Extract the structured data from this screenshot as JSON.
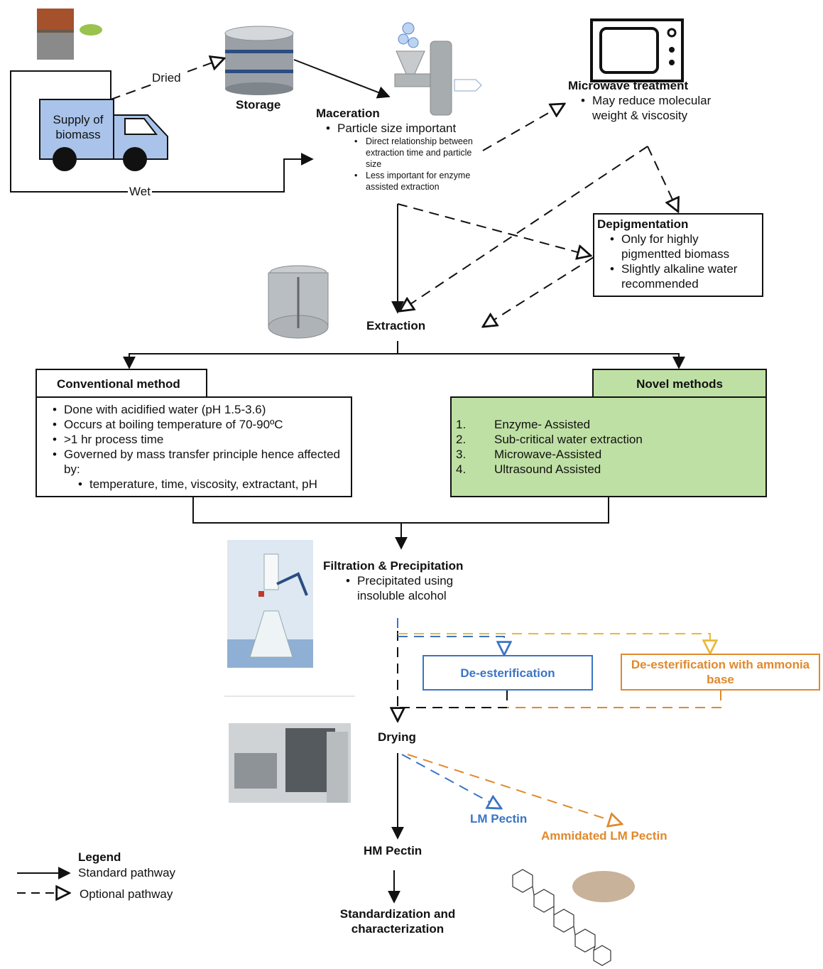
{
  "supply": {
    "label": "Supply of biomass"
  },
  "dried": "Dried",
  "wet": "Wet",
  "storage": "Storage",
  "maceration": {
    "title": "Maceration",
    "main": "Particle size important",
    "sub": [
      "Direct relationship between extraction time and particle size",
      "Less important for enzyme assisted extraction"
    ]
  },
  "microwave": {
    "title": "Microwave treatment",
    "points": [
      "May reduce molecular weight & viscosity"
    ]
  },
  "depigmentation": {
    "title": "Depigmentation",
    "points": [
      "Only for highly pigmentted biomass",
      "Slightly alkaline water recommended"
    ]
  },
  "extraction": "Extraction",
  "conventional": {
    "title": "Conventional method",
    "points": [
      "Done with acidified water (pH 1.5-3.6)",
      "Occurs at boiling temperature of 70-90ºC",
      ">1 hr process time",
      "Governed by mass transfer principle hence affected by:"
    ],
    "sub": "temperature, time, viscosity, extractant, pH"
  },
  "novel": {
    "title": "Novel methods",
    "items": [
      {
        "num": "1.",
        "text": "Enzyme- Assisted"
      },
      {
        "num": "2.",
        "text": "Sub-critical water extraction"
      },
      {
        "num": "3.",
        "text": "Microwave-Assisted"
      },
      {
        "num": "4.",
        "text": "Ultrasound Assisted"
      }
    ]
  },
  "filtration": {
    "title": "Filtration & Precipitation",
    "points": [
      "Precipitated using insoluble alcohol"
    ]
  },
  "deester": "De-esterification",
  "deester_ammonia": "De-esterification with ammonia base",
  "drying": "Drying",
  "lm": "LM Pectin",
  "amidated": "Ammidated LM Pectin",
  "hm": "HM Pectin",
  "standardization": "Standardization and characterization",
  "legend": {
    "title": "Legend",
    "standard": "Standard pathway",
    "optional": "Optional pathway"
  },
  "colors": {
    "blue": "#3a74c5",
    "orange": "#e0892c",
    "yellow": "#e8b93a",
    "green": "#bfe0a4",
    "truck": "#a9c3ea"
  }
}
